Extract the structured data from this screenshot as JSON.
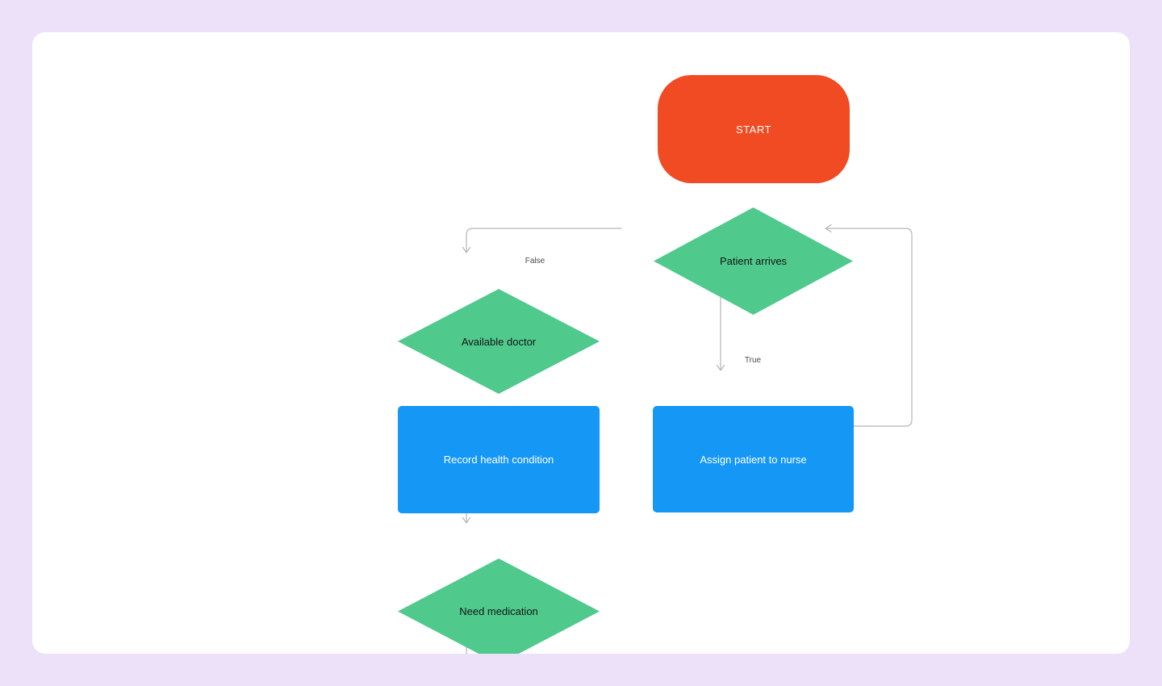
{
  "page": {
    "background_color": "#EDE1FA",
    "canvas_color": "#FFFFFF"
  },
  "colors": {
    "terminator_fill": "#F04B23",
    "decision_fill": "#4FC98C",
    "process_fill": "#1497F5",
    "connector_stroke": "#B5B5B5",
    "node_text_light": "#FFFFFF",
    "node_text_dark": "#151515",
    "edge_label_text": "#4B4B4B"
  },
  "flowchart": {
    "nodes": [
      {
        "id": "start",
        "type": "terminator",
        "label": "START"
      },
      {
        "id": "patient-arrives",
        "type": "decision",
        "label": "Patient arrives"
      },
      {
        "id": "available-doctor",
        "type": "decision",
        "label": "Available doctor"
      },
      {
        "id": "record-health-condition",
        "type": "process",
        "label": "Record health condition"
      },
      {
        "id": "assign-patient-to-nurse",
        "type": "process",
        "label": "Assign patient to nurse"
      },
      {
        "id": "need-medication",
        "type": "decision",
        "label": "Need medication"
      }
    ],
    "edges": [
      {
        "from": "start",
        "to": "patient-arrives",
        "label": ""
      },
      {
        "from": "patient-arrives",
        "to": "available-doctor",
        "label": "False"
      },
      {
        "from": "patient-arrives",
        "to": "assign-patient-to-nurse",
        "label": "True"
      },
      {
        "from": "available-doctor",
        "to": "record-health-condition",
        "label": ""
      },
      {
        "from": "record-health-condition",
        "to": "need-medication",
        "label": ""
      },
      {
        "from": "assign-patient-to-nurse",
        "to": "patient-arrives",
        "label": ""
      },
      {
        "from": "need-medication",
        "to": "canvas-bottom-edge",
        "label": ""
      }
    ]
  }
}
